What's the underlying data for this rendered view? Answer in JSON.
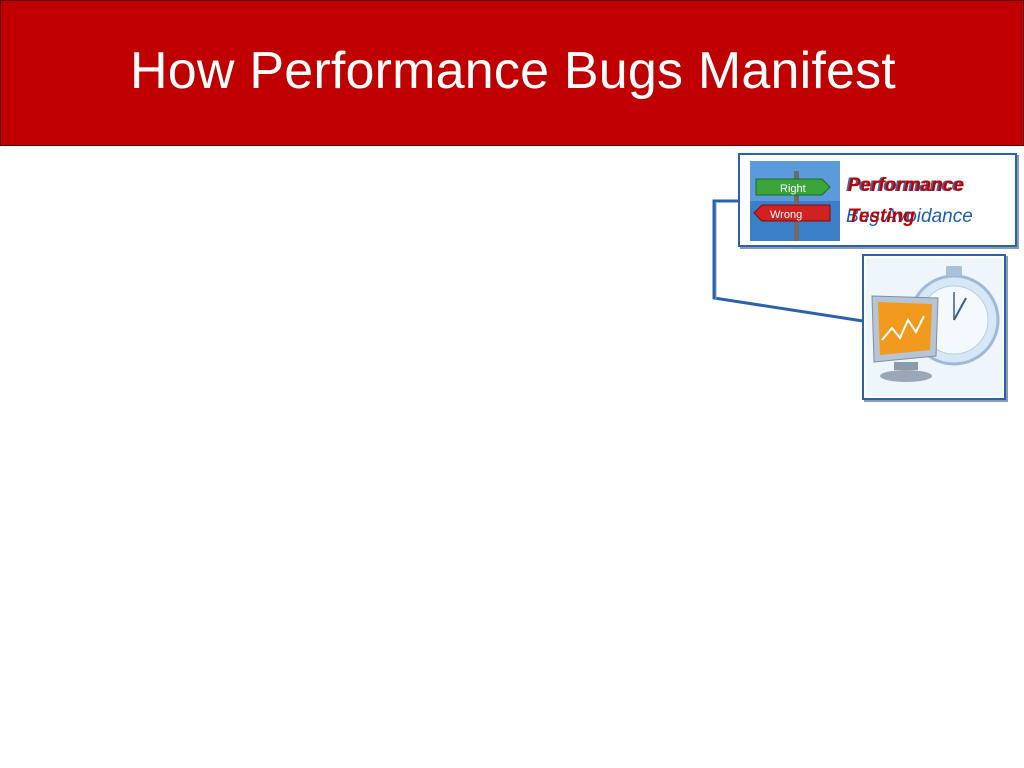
{
  "slide": {
    "title": "How Performance Bugs Manifest"
  },
  "diagram": {
    "label_testing_line1": "Performance",
    "label_testing_line2": "Testing",
    "label_avoidance_line1": "Performance",
    "label_avoidance_line2": "Bug Avoidance",
    "signs": {
      "sign_right": "Right",
      "sign_wrong": "Wrong"
    }
  }
}
